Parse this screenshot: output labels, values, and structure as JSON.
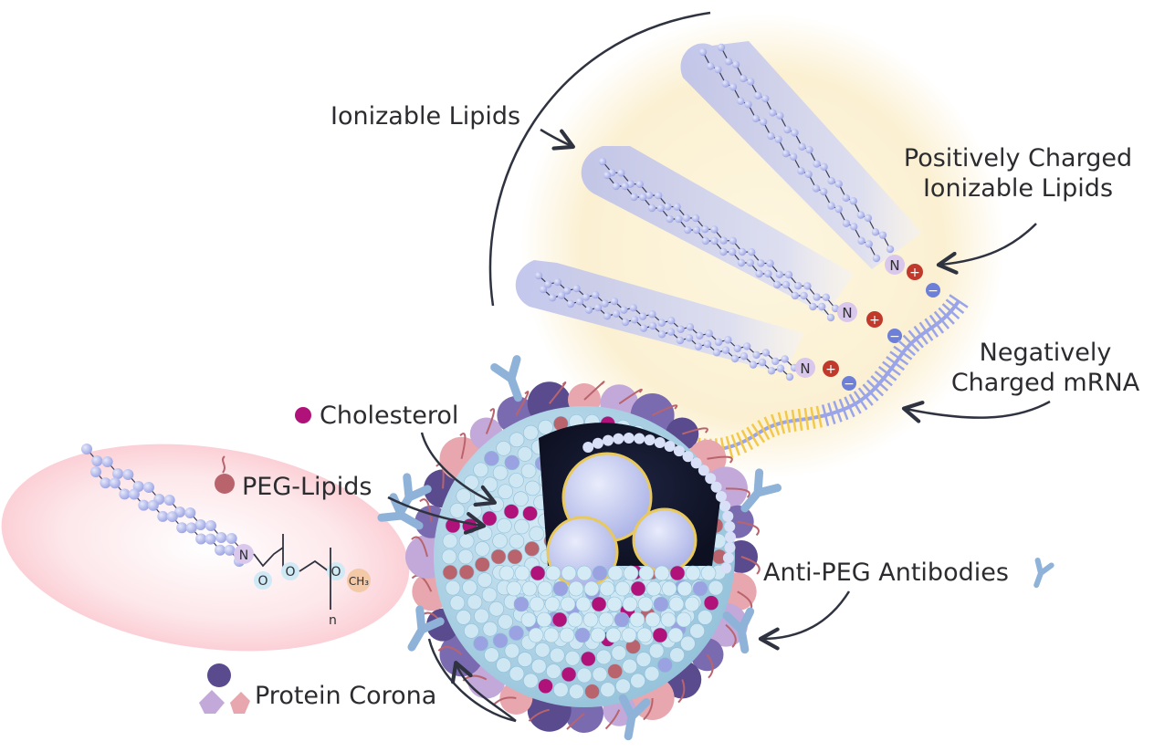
{
  "labels": {
    "ionizable_lipids": "Ionizable Lipids",
    "positively_charged_line1": "Positively Charged",
    "positively_charged_line2": "Ionizable Lipids",
    "negatively_charged_line1": "Negatively",
    "negatively_charged_line2": "Charged mRNA",
    "cholesterol": "Cholesterol",
    "peg_lipids": "PEG-Lipids",
    "anti_peg_antibodies": "Anti-PEG Antibodies",
    "protein_corona": "Protein Corona"
  },
  "structure_text": {
    "n_atom": "N",
    "o_atom": "O",
    "ch3_group": "CH₃",
    "repeat_n": "n",
    "plus_sign": "+",
    "minus_sign": "−"
  },
  "colors": {
    "lipid_tail": "#aeb4ea",
    "lipid_band": "#c3c8ec",
    "cholesterol": "#b0127a",
    "peg_bead": "#b9646d",
    "antibody": "#8fb3d8",
    "protein_dark": "#5a4a8e",
    "protein_pink": "#e8a7ae",
    "mrna_blue": "#9aa4e8",
    "mrna_yellow": "#f2c94c",
    "positive_charge": "#c0392b",
    "negative_charge": "#6d7fd6",
    "text": "#2c2c30"
  }
}
